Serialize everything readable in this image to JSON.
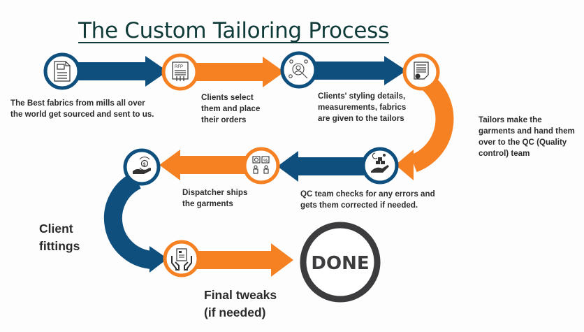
{
  "title": "The Custom Tailoring Process",
  "colors": {
    "navy": "#0e4f7e",
    "orange": "#f58123",
    "done_ring": "#3c3c3e",
    "title": "#0f3b39",
    "text": "#2b2b2b"
  },
  "steps": [
    {
      "icon": "shopping-cart-document-icon",
      "ring": "navy",
      "label": "The Best fabrics from mills all over\nthe world get sourced and sent to us."
    },
    {
      "icon": "rfp-document-icon",
      "ring": "orange",
      "label": "Clients select\nthem and place\ntheir orders"
    },
    {
      "icon": "people-search-icon",
      "ring": "navy",
      "label": "Clients' styling details,\nmeasurements, fabrics\nare given to the tailors"
    },
    {
      "icon": "invoice-icon",
      "ring": "orange",
      "label": "Tailors make the\ngarments and hand them\nover to the QC (Quality\ncontrol) team"
    },
    {
      "icon": "hand-boxes-icon",
      "ring": "navy",
      "label": "QC team checks for any errors and\ngets them corrected if needed."
    },
    {
      "icon": "people-presentation-icon",
      "ring": "orange",
      "label": "Dispatcher ships\nthe garments"
    },
    {
      "icon": "hand-money-icon",
      "ring": "navy",
      "label": "Client\nfittings"
    },
    {
      "icon": "hands-document-icon",
      "ring": "orange",
      "label": "Final tweaks\n(if needed)"
    }
  ],
  "done": {
    "label": "DONE"
  }
}
